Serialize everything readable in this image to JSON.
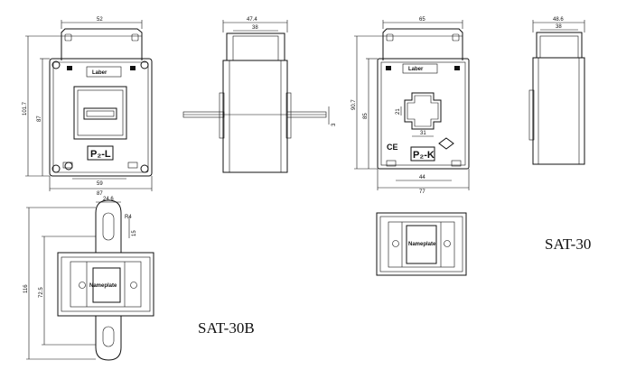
{
  "models": {
    "sat30b": "SAT-30B",
    "sat30": "SAT-30"
  },
  "labels": {
    "laber": "Laber",
    "nameplate": "Nameplate",
    "p2l": "P₂-L",
    "p2k": "P₂-K",
    "ce": "CE"
  },
  "dimensions": {
    "sat30b_front_top": "52",
    "sat30b_front_height": "101.7",
    "sat30b_front_inner_height": "87",
    "sat30b_front_bottom_inner": "59",
    "sat30b_front_bottom": "87",
    "sat30b_side_top_outer": "47.4",
    "sat30b_side_top_inner": "38",
    "sat30b_side_bar": "3",
    "sat30_front_top": "65",
    "sat30_front_height": "90.7",
    "sat30_front_inner_height": "85",
    "sat30_window_side": "21",
    "sat30_window_bottom": "31",
    "sat30_front_bottom_inner": "44",
    "sat30_front_bottom": "77",
    "sat30_side_top_outer": "48.6",
    "sat30_side_top_inner": "38",
    "sat30b_top_width": "24.6",
    "sat30b_top_hole": "R4",
    "sat30b_top_slot": "15",
    "sat30b_top_total": "116",
    "sat30b_top_mid": "72.5"
  }
}
